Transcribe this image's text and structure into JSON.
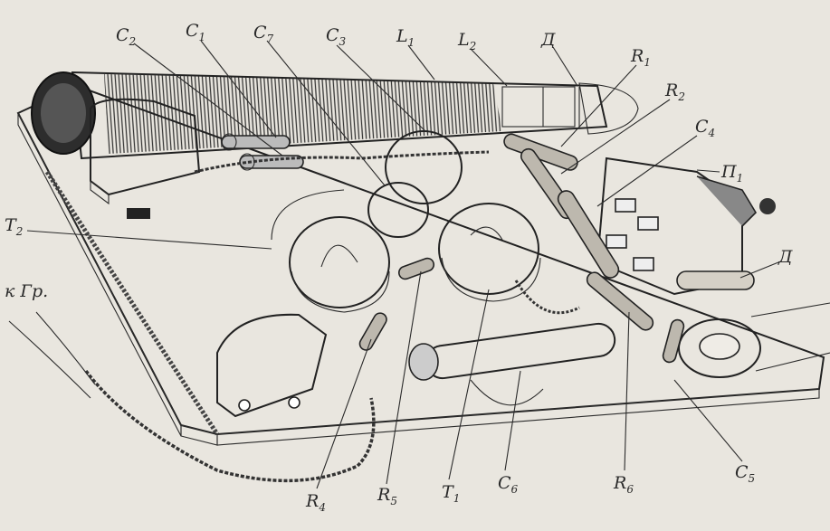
{
  "labels": {
    "C2": {
      "main": "C",
      "sub": "2"
    },
    "C1": {
      "main": "C",
      "sub": "1"
    },
    "C7": {
      "main": "C",
      "sub": "7"
    },
    "C3": {
      "main": "C",
      "sub": "3"
    },
    "L1": {
      "main": "L",
      "sub": "1"
    },
    "L2": {
      "main": "L",
      "sub": "2"
    },
    "D_top": {
      "main": "Д"
    },
    "R1": {
      "main": "R",
      "sub": "1"
    },
    "R2": {
      "main": "R",
      "sub": "2"
    },
    "C4": {
      "main": "C",
      "sub": "4"
    },
    "P1": {
      "main": "П",
      "sub": "1"
    },
    "D_right": {
      "main": "Д"
    },
    "T2": {
      "main": "T",
      "sub": "2"
    },
    "K_Gr": {
      "main": "к Гр."
    },
    "R4": {
      "main": "R",
      "sub": "4"
    },
    "R5": {
      "main": "R",
      "sub": "5"
    },
    "T1": {
      "main": "T",
      "sub": "1"
    },
    "C6": {
      "main": "C",
      "sub": "6"
    },
    "R6": {
      "main": "R",
      "sub": "6"
    },
    "C5": {
      "main": "C",
      "sub": "5"
    }
  },
  "colors": {
    "paper": "#e9e6df",
    "ink": "#222222",
    "shade": "#8f8c85",
    "light": "#cfcac0"
  }
}
